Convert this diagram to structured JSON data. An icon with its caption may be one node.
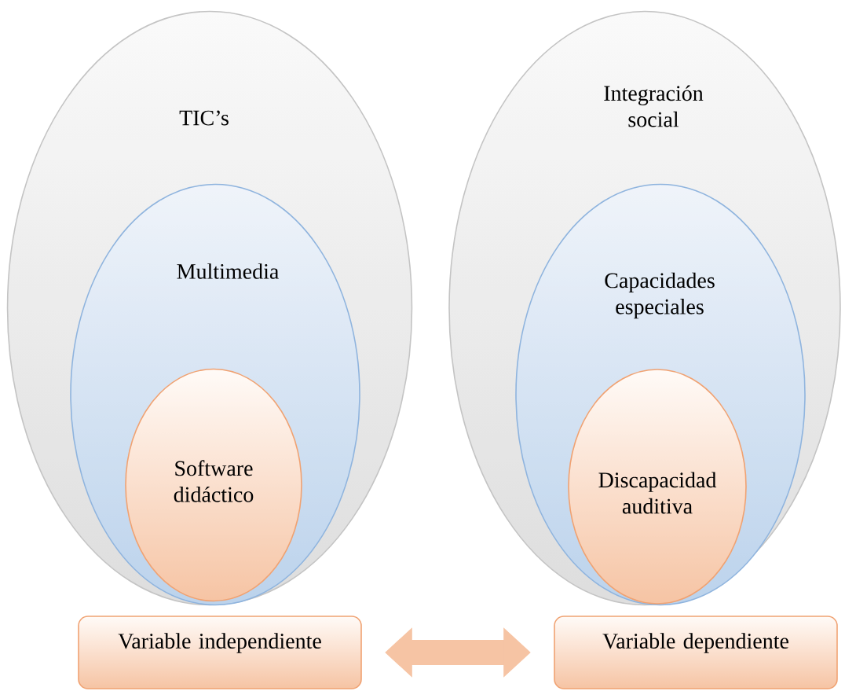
{
  "diagram": {
    "nodes": [
      {
        "text": [
          "TIC’s"
        ]
      },
      {
        "text": [
          "Multimedia"
        ],
        "in": 0
      },
      {
        "text": [
          "Software didáctico"
        ],
        "in": 1
      },
      {
        "text": [
          "Integración social"
        ]
      },
      {
        "text": [
          "Capacidades especiales"
        ],
        "in": 3
      },
      {
        "text": [
          "Discapacidad auditiva"
        ],
        "in": 4
      },
      {
        "text": [
          "Variable independiente"
        ]
      },
      {
        "text": [
          "Variable dependiente"
        ]
      }
    ],
    "edges": [
      {
        "from": 6,
        "to": 7,
        "arrow": "both"
      }
    ]
  }
}
